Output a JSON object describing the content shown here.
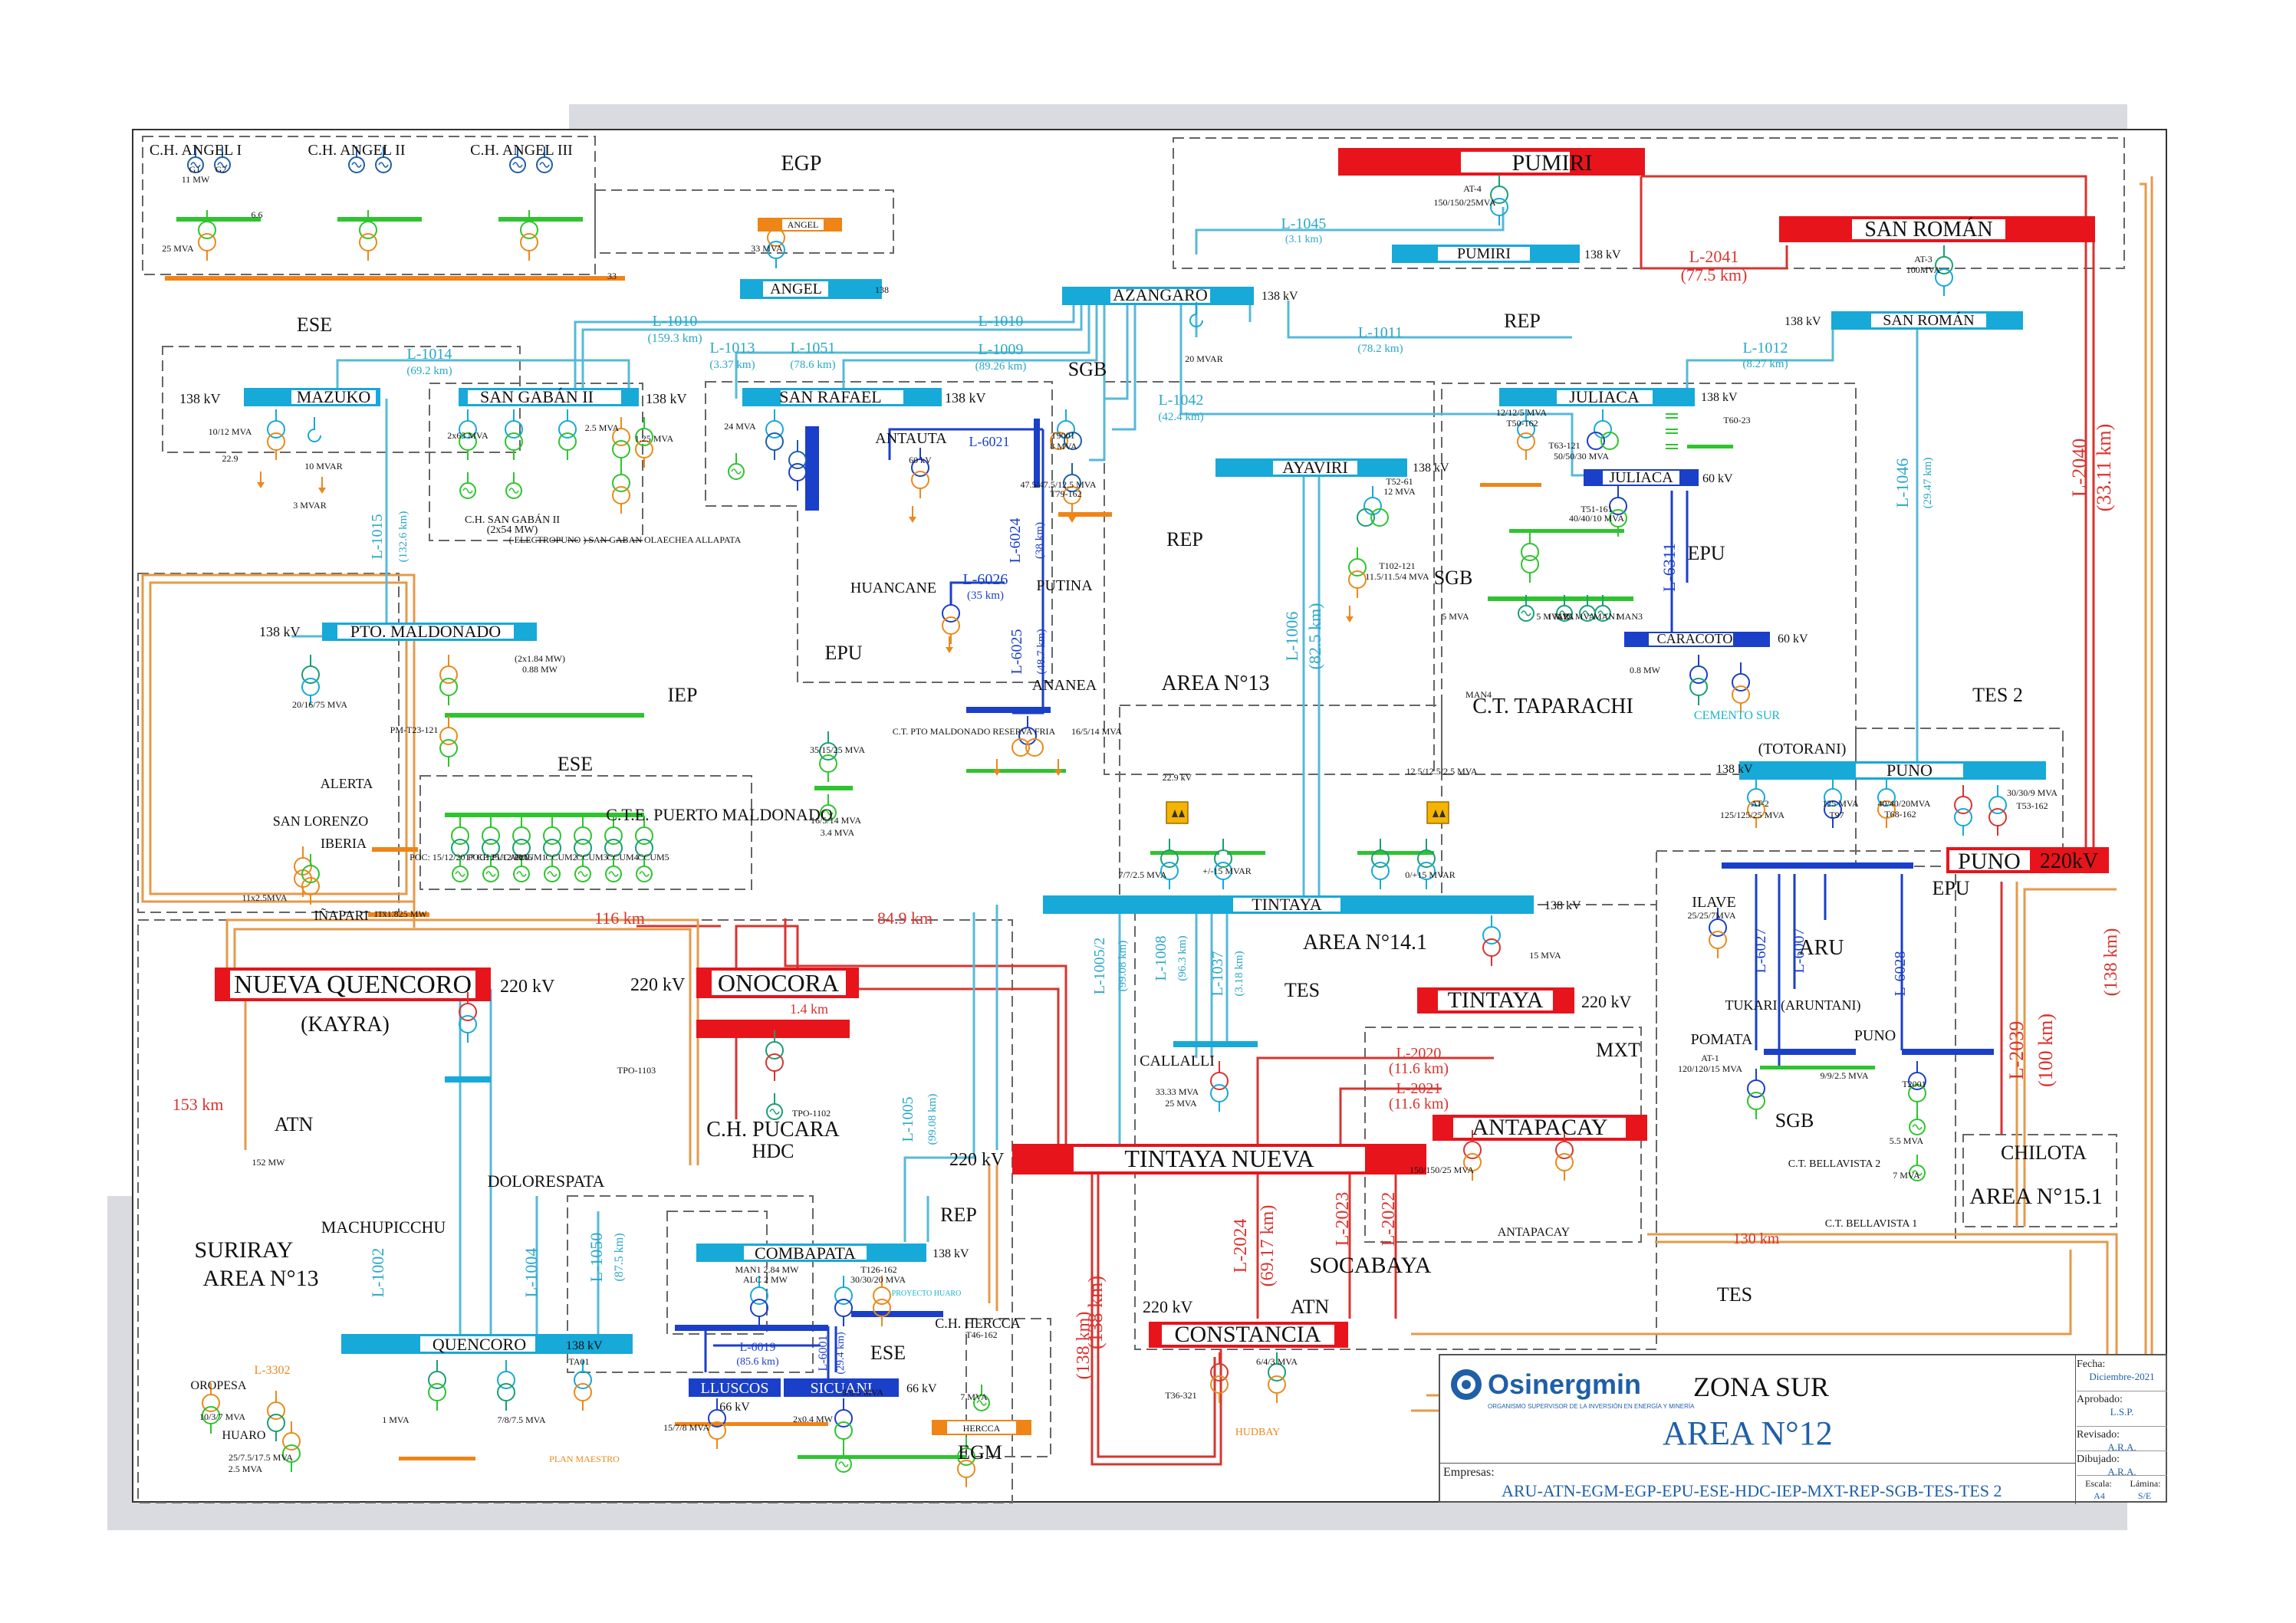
{
  "title_block": {
    "logo": "Osinergmin",
    "logo_subtitle": "ORGANISMO SUPERVISOR DE LA INVERSIÓN EN ENERGÍA Y MINERÍA",
    "zona": "ZONA SUR",
    "area": "AREA N°12",
    "empresas_label": "Empresas:",
    "empresas": "ARU-ATN-EGM-EGP-EPU-ESE-HDC-IEP-MXT-REP-SGB-TES-TES 2",
    "fecha_label": "Fecha:",
    "fecha": "Diciembre-2021",
    "aprobado_label": "Aprobado:",
    "aprobado": "L.S.P.",
    "revisado_label": "Revisado:",
    "revisado": "A.R.A.",
    "dibujado_label": "Dibujado:",
    "dibujado": "A.R.A.",
    "escala_label": "Escala:",
    "escala": "A4",
    "lamina_label": "Lámina:",
    "lamina": "S/E"
  },
  "colors": {
    "cyan": "#17a9d8",
    "red": "#e8141b",
    "blue": "#1a3fc8",
    "green": "#2ec42e",
    "orange": "#e98a1c",
    "line_cyan": "#57b9d8",
    "line_red": "#d8342f",
    "teal": "#2aa7a0"
  },
  "substations": [
    {
      "name": "PUMIRI",
      "color": "red"
    },
    {
      "name": "PUMIRI",
      "color": "cyan",
      "kv": "138 kV"
    },
    {
      "name": "SAN ROMÁN",
      "color": "red"
    },
    {
      "name": "SAN ROMÁN",
      "color": "cyan",
      "kv": "138 kV"
    },
    {
      "name": "ANGEL",
      "color": "cyan"
    },
    {
      "name": "ANGEL",
      "color": "orange"
    },
    {
      "name": "AZANGARO",
      "color": "cyan",
      "kv": "138 kV"
    },
    {
      "name": "MAZUKO",
      "color": "cyan",
      "kv": "138 kV"
    },
    {
      "name": "SAN GABÁN II",
      "color": "cyan",
      "kv": "138 kV"
    },
    {
      "name": "SAN RAFAEL",
      "color": "cyan",
      "kv": "138 kV"
    },
    {
      "name": "JULIACA",
      "color": "cyan",
      "kv": "138 kV"
    },
    {
      "name": "JULIACA",
      "color": "blue",
      "kv": "60 kV"
    },
    {
      "name": "AYAVIRI",
      "color": "cyan",
      "kv": "138 kV"
    },
    {
      "name": "PTO. MALDONADO",
      "color": "cyan",
      "kv": "138 kV"
    },
    {
      "name": "CARACOTO",
      "color": "blue",
      "kv": "60 kV"
    },
    {
      "name": "PUNO",
      "color": "cyan",
      "kv": "138 kV"
    },
    {
      "name": "PUNO",
      "color": "red",
      "kv": "220kV"
    },
    {
      "name": "TINTAYA",
      "color": "cyan",
      "kv": "138 kV"
    },
    {
      "name": "TINTAYA",
      "color": "red",
      "kv": "220 kV"
    },
    {
      "name": "NUEVA QUENCORO",
      "color": "red",
      "kv": "220 kV"
    },
    {
      "name": "ONOCORA",
      "color": "red",
      "kv": "220 kV"
    },
    {
      "name": "TINTAYA NUEVA",
      "color": "red",
      "kv": "220 kV"
    },
    {
      "name": "ANTAPACAY",
      "color": "red"
    },
    {
      "name": "COMBAPATA",
      "color": "cyan",
      "kv": "138 kV"
    },
    {
      "name": "QUENCORO",
      "color": "cyan",
      "kv": "138 kV"
    },
    {
      "name": "LLUSCOS",
      "color": "blue",
      "kv": "66 kV"
    },
    {
      "name": "SICUANI",
      "color": "blue",
      "kv": "66 kV"
    },
    {
      "name": "CONSTANCIA",
      "color": "red",
      "kv": "220 kV"
    },
    {
      "name": "HERCCA",
      "color": "orange"
    }
  ],
  "lines": [
    {
      "id": "L-1045",
      "len": "(3.1 km)"
    },
    {
      "id": "L-2041",
      "len": "(77.5 km)"
    },
    {
      "id": "L-1010",
      "len": "(159.3 km)"
    },
    {
      "id": "L-1013",
      "len": "(3.37 km)"
    },
    {
      "id": "L-1051",
      "len": "(78.6 km)"
    },
    {
      "id": "L-1009",
      "len": "(89.26 km)"
    },
    {
      "id": "L-1010",
      "len": ""
    },
    {
      "id": "L-1011",
      "len": "(78.2 km)"
    },
    {
      "id": "L-1012",
      "len": "(8.27 km)"
    },
    {
      "id": "L-1014",
      "len": "(69.2 km)"
    },
    {
      "id": "L-1042",
      "len": "(42.4 km)"
    },
    {
      "id": "L-1015",
      "len": "(132.6 km)"
    },
    {
      "id": "L-6021",
      "len": ""
    },
    {
      "id": "L-6024",
      "len": "(38 km)"
    },
    {
      "id": "L-6026",
      "len": "(35 km)"
    },
    {
      "id": "L-6025",
      "len": "(48.7 km)"
    },
    {
      "id": "L-1006",
      "len": "(82.5 km)"
    },
    {
      "id": "L-6311",
      "len": ""
    },
    {
      "id": "L-1046",
      "len": "(29.47 km)"
    },
    {
      "id": "L-2040",
      "len": "(33.11 km)"
    },
    {
      "id": "L-1005/2",
      "len": "(99.08 km)"
    },
    {
      "id": "L-1008",
      "len": "(96.3 km)"
    },
    {
      "id": "L-1037",
      "len": "(3.18 km)"
    },
    {
      "id": "L-1005",
      "len": "(99.08 km)"
    },
    {
      "id": "L-6027",
      "len": ""
    },
    {
      "id": "L-6007",
      "len": ""
    },
    {
      "id": "L-6028",
      "len": ""
    },
    {
      "id": "L-2039",
      "len": "(100 km)"
    },
    {
      "id": "L-2020",
      "len": "(11.6 km)"
    },
    {
      "id": "L-2021",
      "len": "(11.6 km)"
    },
    {
      "id": "L-2023",
      "len": ""
    },
    {
      "id": "L-2022",
      "len": ""
    },
    {
      "id": "L-2024",
      "len": "(69.17 km)"
    },
    {
      "id": "L-1002",
      "len": ""
    },
    {
      "id": "L-1004",
      "len": ""
    },
    {
      "id": "L-1050",
      "len": "(87.5 km)"
    },
    {
      "id": "L-6019",
      "len": "(85.6 km)"
    },
    {
      "id": "L-6001",
      "len": "(29.4 km)"
    },
    {
      "id": "L-3302",
      "len": ""
    }
  ],
  "region_labels": [
    "EGP",
    "ESE",
    "SGB",
    "REP",
    "REP",
    "EPU",
    "EPU",
    "IEP",
    "ESE",
    "AREA N°13",
    "AREA N°14.1",
    "TES",
    "SGB",
    "TES 2",
    "EPU",
    "ARU",
    "MXT",
    "ATN",
    "ATN",
    "HDC",
    "REP",
    "ESE",
    "EGM",
    "SGB",
    "TES",
    "AREA N°15.1",
    "AREA N°13",
    "SURIRAY",
    "CHILOTA",
    "SOCABAYA",
    "MACHUPICCHU",
    "DOLORESPATA",
    "(KAYRA)",
    "(TOTORANI)",
    "C.T. TAPARACHI",
    "C.H. PUCARA",
    "C.T.E. PUERTO MALDONADO",
    "C.H. SAN GABÁN II",
    "(2x54 MW)",
    "( ELECTROPUNO ) SAN GABAN OLAECHEA ALLAPATA",
    "C.H. ANGEL I",
    "C.H. ANGEL II",
    "C.H. ANGEL III",
    "C.H. HERCCA",
    "C.T. BELLAVISTA 2",
    "C.T. BELLAVISTA 1",
    "CEMENTO SUR",
    "HUANCANE",
    "PUTINA",
    "ANTAUTA",
    "ANANEA",
    "ALERTA",
    "SAN LORENZO",
    "IBERIA",
    "IÑAPARI",
    "CALLALLI",
    "TUKARI (ARUNTANI)",
    "ILAVE",
    "POMATA",
    "PUNO",
    "OROPESA",
    "HUARO",
    "ANTAPACAY",
    "HUDBAY",
    "PLAN MAESTRO",
    "PROYECTO HUARO"
  ],
  "distances": [
    "(138 km)",
    "116 km",
    "84.9 km",
    "153 km",
    "(138 km)",
    "(138 km)",
    "130 km",
    "1.4 km"
  ],
  "equipment_labels": [
    "AT-4",
    "150/150/25MVA",
    "AT-3",
    "100MVA",
    "20 MVAR",
    "33 MVA",
    "25 MVA",
    "G1",
    "G2",
    "11 MW",
    "6.6",
    "33",
    "138",
    "10/12 MVA",
    "10 MVAR",
    "3 MVAR",
    "22.9",
    "2x63 MVA",
    "2.5 MVA",
    "1.25 MVA",
    "24 MVA",
    "60 kV",
    "T9001",
    "8 MVA",
    "47.5/47.5/12.5 MVA",
    "T79-162",
    "12/12/5 MVA",
    "T50-162",
    "T63-121",
    "50/50/30 MVA",
    "T51-161",
    "40/40/10 MVA",
    "T52-61",
    "12 MVA",
    "T102-121",
    "11.5/11.5/4 MVA",
    "T60-23",
    "5 MVA",
    "5 MVAR",
    "1.25 MVA",
    "MAN1",
    "MAN3",
    "MAN4",
    "1 MVA",
    "0.8 MW",
    "(2x1.84 MW)",
    "0.88 MW",
    "20/16/75 MVA",
    "PM-T23-121",
    "35/15/25 MVA",
    "16/5/14 MVA",
    "3.4 MVA",
    "11x2.5MVA",
    "11x1.825 MW",
    "C.T. PTO MALDONADO RESERVA FRIA",
    "16/5/14 MVA",
    "22.9 kV",
    "12.5/12.5/2.5 MVA",
    "7/7/2.5 MVA",
    "+/-15 MVAR",
    "0/+15 MVAR",
    "15 MVA",
    "33.33 MVA",
    "25 MVA",
    "150/150/25 MVA",
    "AT-2",
    "125/125/25 MVA",
    "125 MVA",
    "T97",
    "40/40/20MVA",
    "T68-162",
    "30/30/9 MVA",
    "T53-162",
    "25/25/7MVA",
    "120/120/15 MVA",
    "AT-1",
    "9/9/2.5 MVA",
    "T2001",
    "5.5 MVA",
    "7 MVA",
    "MAN1 2.84 MW",
    "ALC 2 MW",
    "T126-162",
    "30/30/20 MVA",
    "T46-162",
    "15/7/8 MVA",
    "2x0.4 MW",
    "9/9/3 MVA",
    "7 MVA",
    "TA01",
    "1 MVA",
    "7/8/7.5 MVA",
    "10/3/7 MVA",
    "25/7.5/17.5 MVA",
    "2.5 MVA",
    "T36-321",
    "6/4/3 MVA",
    "TPO-1102",
    "TPO-1103",
    "152 MW",
    "POC: 15/12/2017 CH PUCARA",
    "POC: 25/12/2016",
    "CCUM1",
    "CCUM2",
    "CCUM3",
    "CCUM4",
    "CCUM5",
    "CCUM6",
    "CCUM7"
  ],
  "icons": [
    "generator-icon",
    "transformer-icon",
    "reactor-icon",
    "capacitor-icon",
    "svc-icon"
  ]
}
